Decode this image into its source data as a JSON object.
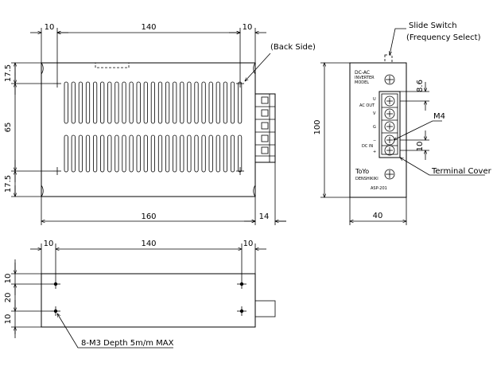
{
  "front_view": {
    "dim_top": [
      "10",
      "140",
      "10"
    ],
    "dim_left": [
      "17.5",
      "65",
      "17.5"
    ],
    "dim_bottom": [
      "160",
      "14"
    ],
    "back_side_label": "(Back Side)"
  },
  "side_view": {
    "slide_switch_label": "Slide Switch",
    "frequency_select_label": "(Frequency Select)",
    "m4_label": "M4",
    "terminal_cover_label": "Terminal Cover",
    "dim_height": "100",
    "dim_width": "40",
    "dim_pitch": "8.6",
    "dim_terminal": "10",
    "panel_text": {
      "line1": "DC-AC",
      "line2": "INVERTER",
      "line3": "MODEL",
      "ac_out": "AC OUT",
      "u": "U",
      "v": "V",
      "g": "G",
      "dc_in": "DC IN",
      "minus": "−",
      "plus": "+",
      "brand": "ToYo",
      "brand_sub": "DENSHIKIKI",
      "bottom_code": "ASP-201"
    }
  },
  "bottom_view": {
    "dim_top": [
      "10",
      "140",
      "10"
    ],
    "dim_left": [
      "10",
      "20",
      "10"
    ],
    "hole_label": "8-M3 Depth 5m/m MAX"
  }
}
